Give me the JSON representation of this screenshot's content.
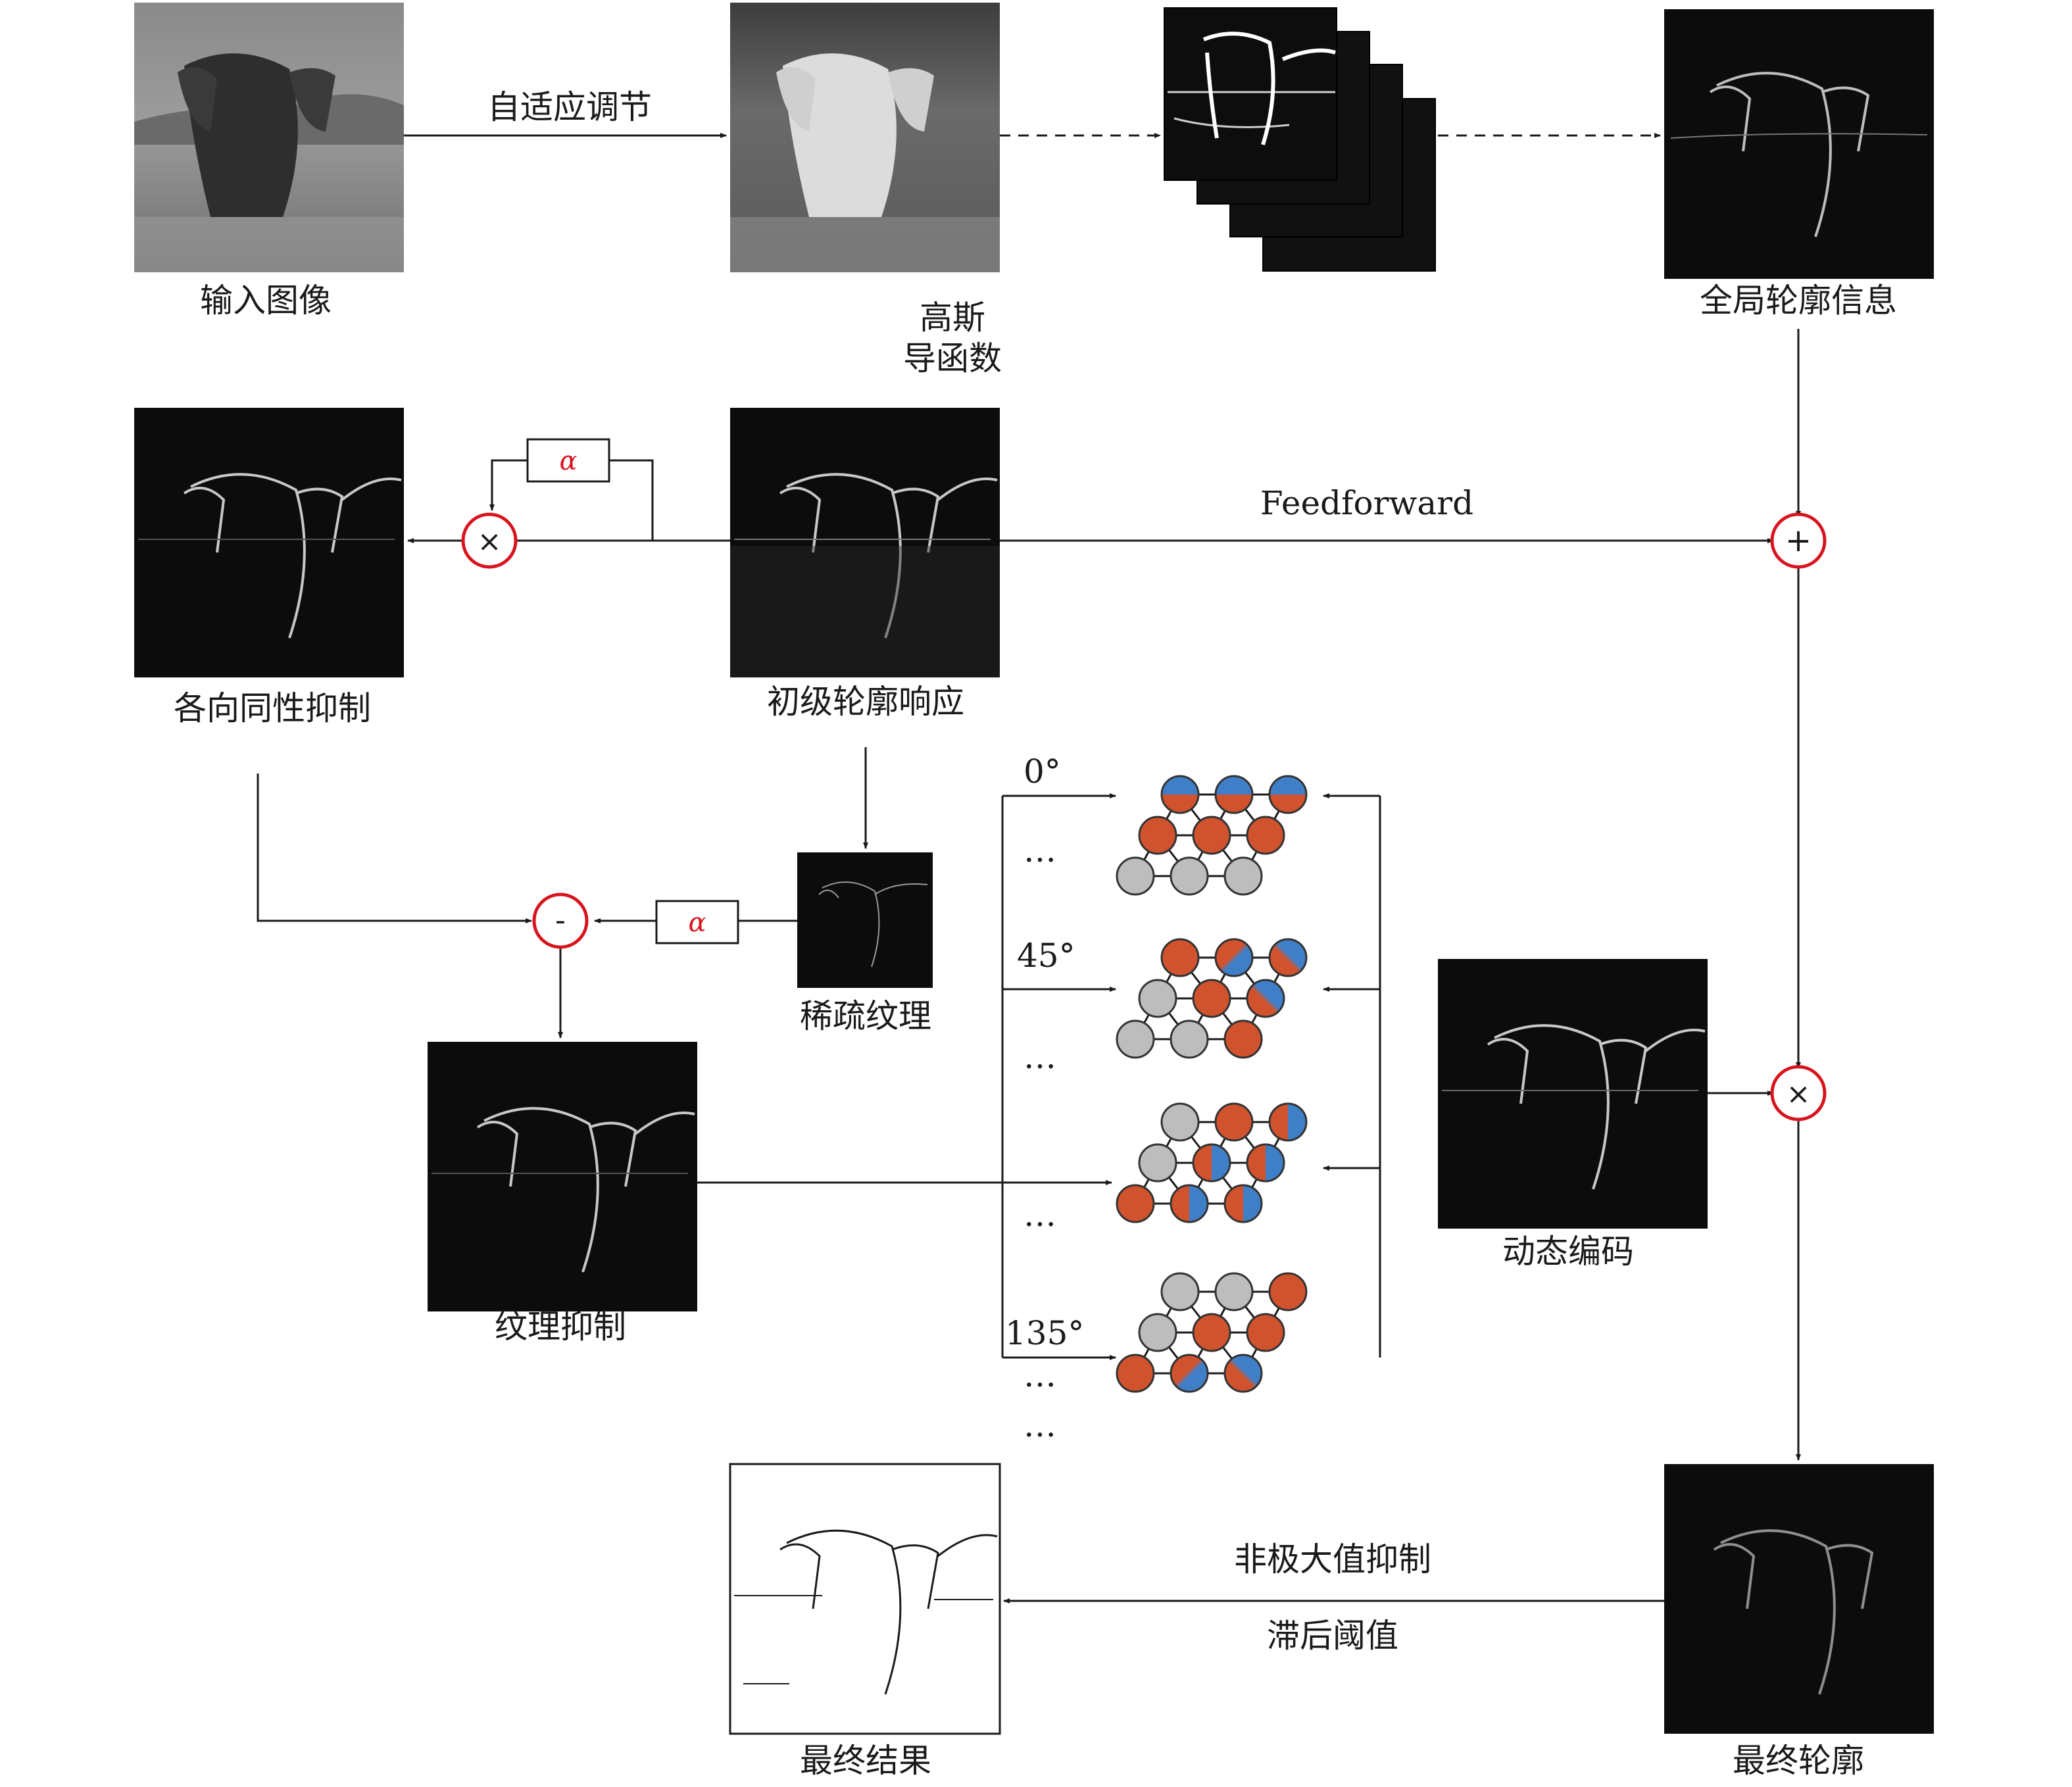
{
  "labels": {
    "input_image": "输入图像",
    "adaptive": "自适应调节",
    "gauss_1": "高斯",
    "gauss_2": "导函数",
    "global_contour": "全局轮廓信息",
    "feedforward": "Feedforward",
    "isotropic": "各向同性抑制",
    "primary": "初级轮廓响应",
    "sparse": "稀疏纹理",
    "texture": "纹理抑制",
    "dynamic": "动态编码",
    "nms": "非极大值抑制",
    "hysteresis": "滞后阈值",
    "final_result": "最终结果",
    "final_contour": "最终轮廓"
  },
  "alpha": "α",
  "operators": {
    "multiply": "×",
    "add": "+",
    "subtract": "-"
  },
  "angles": [
    "0°",
    "45°",
    "135°"
  ],
  "ellipsis": "…",
  "colors": {
    "operator_ring": "#d8141e",
    "alpha_text": "#d8141e",
    "node_orange": "#d0532d",
    "node_blue": "#3f7fc8",
    "node_gray": "#bdbdbd",
    "thumb_dark": "#0c0c0c",
    "thumb_gray": "#777777"
  }
}
